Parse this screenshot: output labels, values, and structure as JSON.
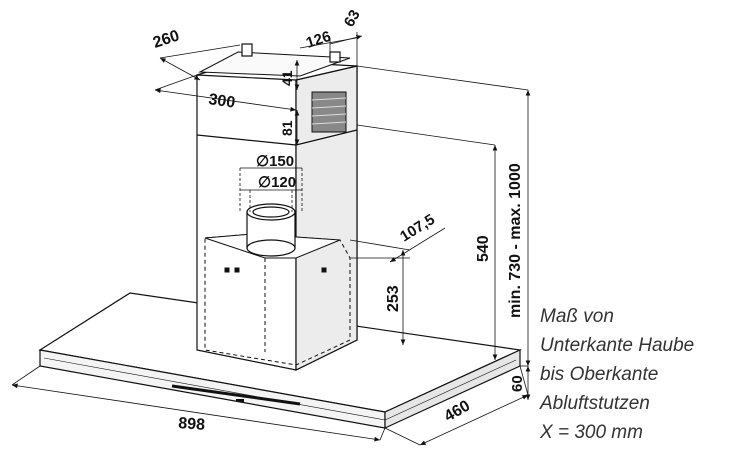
{
  "dimensions": {
    "d260": "260",
    "d126": "126",
    "d63": "63",
    "d41": "41",
    "d300": "300",
    "d81": "81",
    "d150": "∅150",
    "d120": "∅120",
    "d107_5": "107,5",
    "d540": "540",
    "d730_1000": "min. 730 - max. 1000",
    "d253": "253",
    "d60": "60",
    "d898": "898",
    "d460": "460"
  },
  "note": {
    "line1": "Maß von",
    "line2": "Unterkante Haube",
    "line3": "bis Oberkante",
    "line4": "Abluftstutzen",
    "line5": "X = 300 mm"
  },
  "colors": {
    "stroke": "#111111",
    "fill": "#ffffff",
    "shade": "#d8d8d8"
  }
}
